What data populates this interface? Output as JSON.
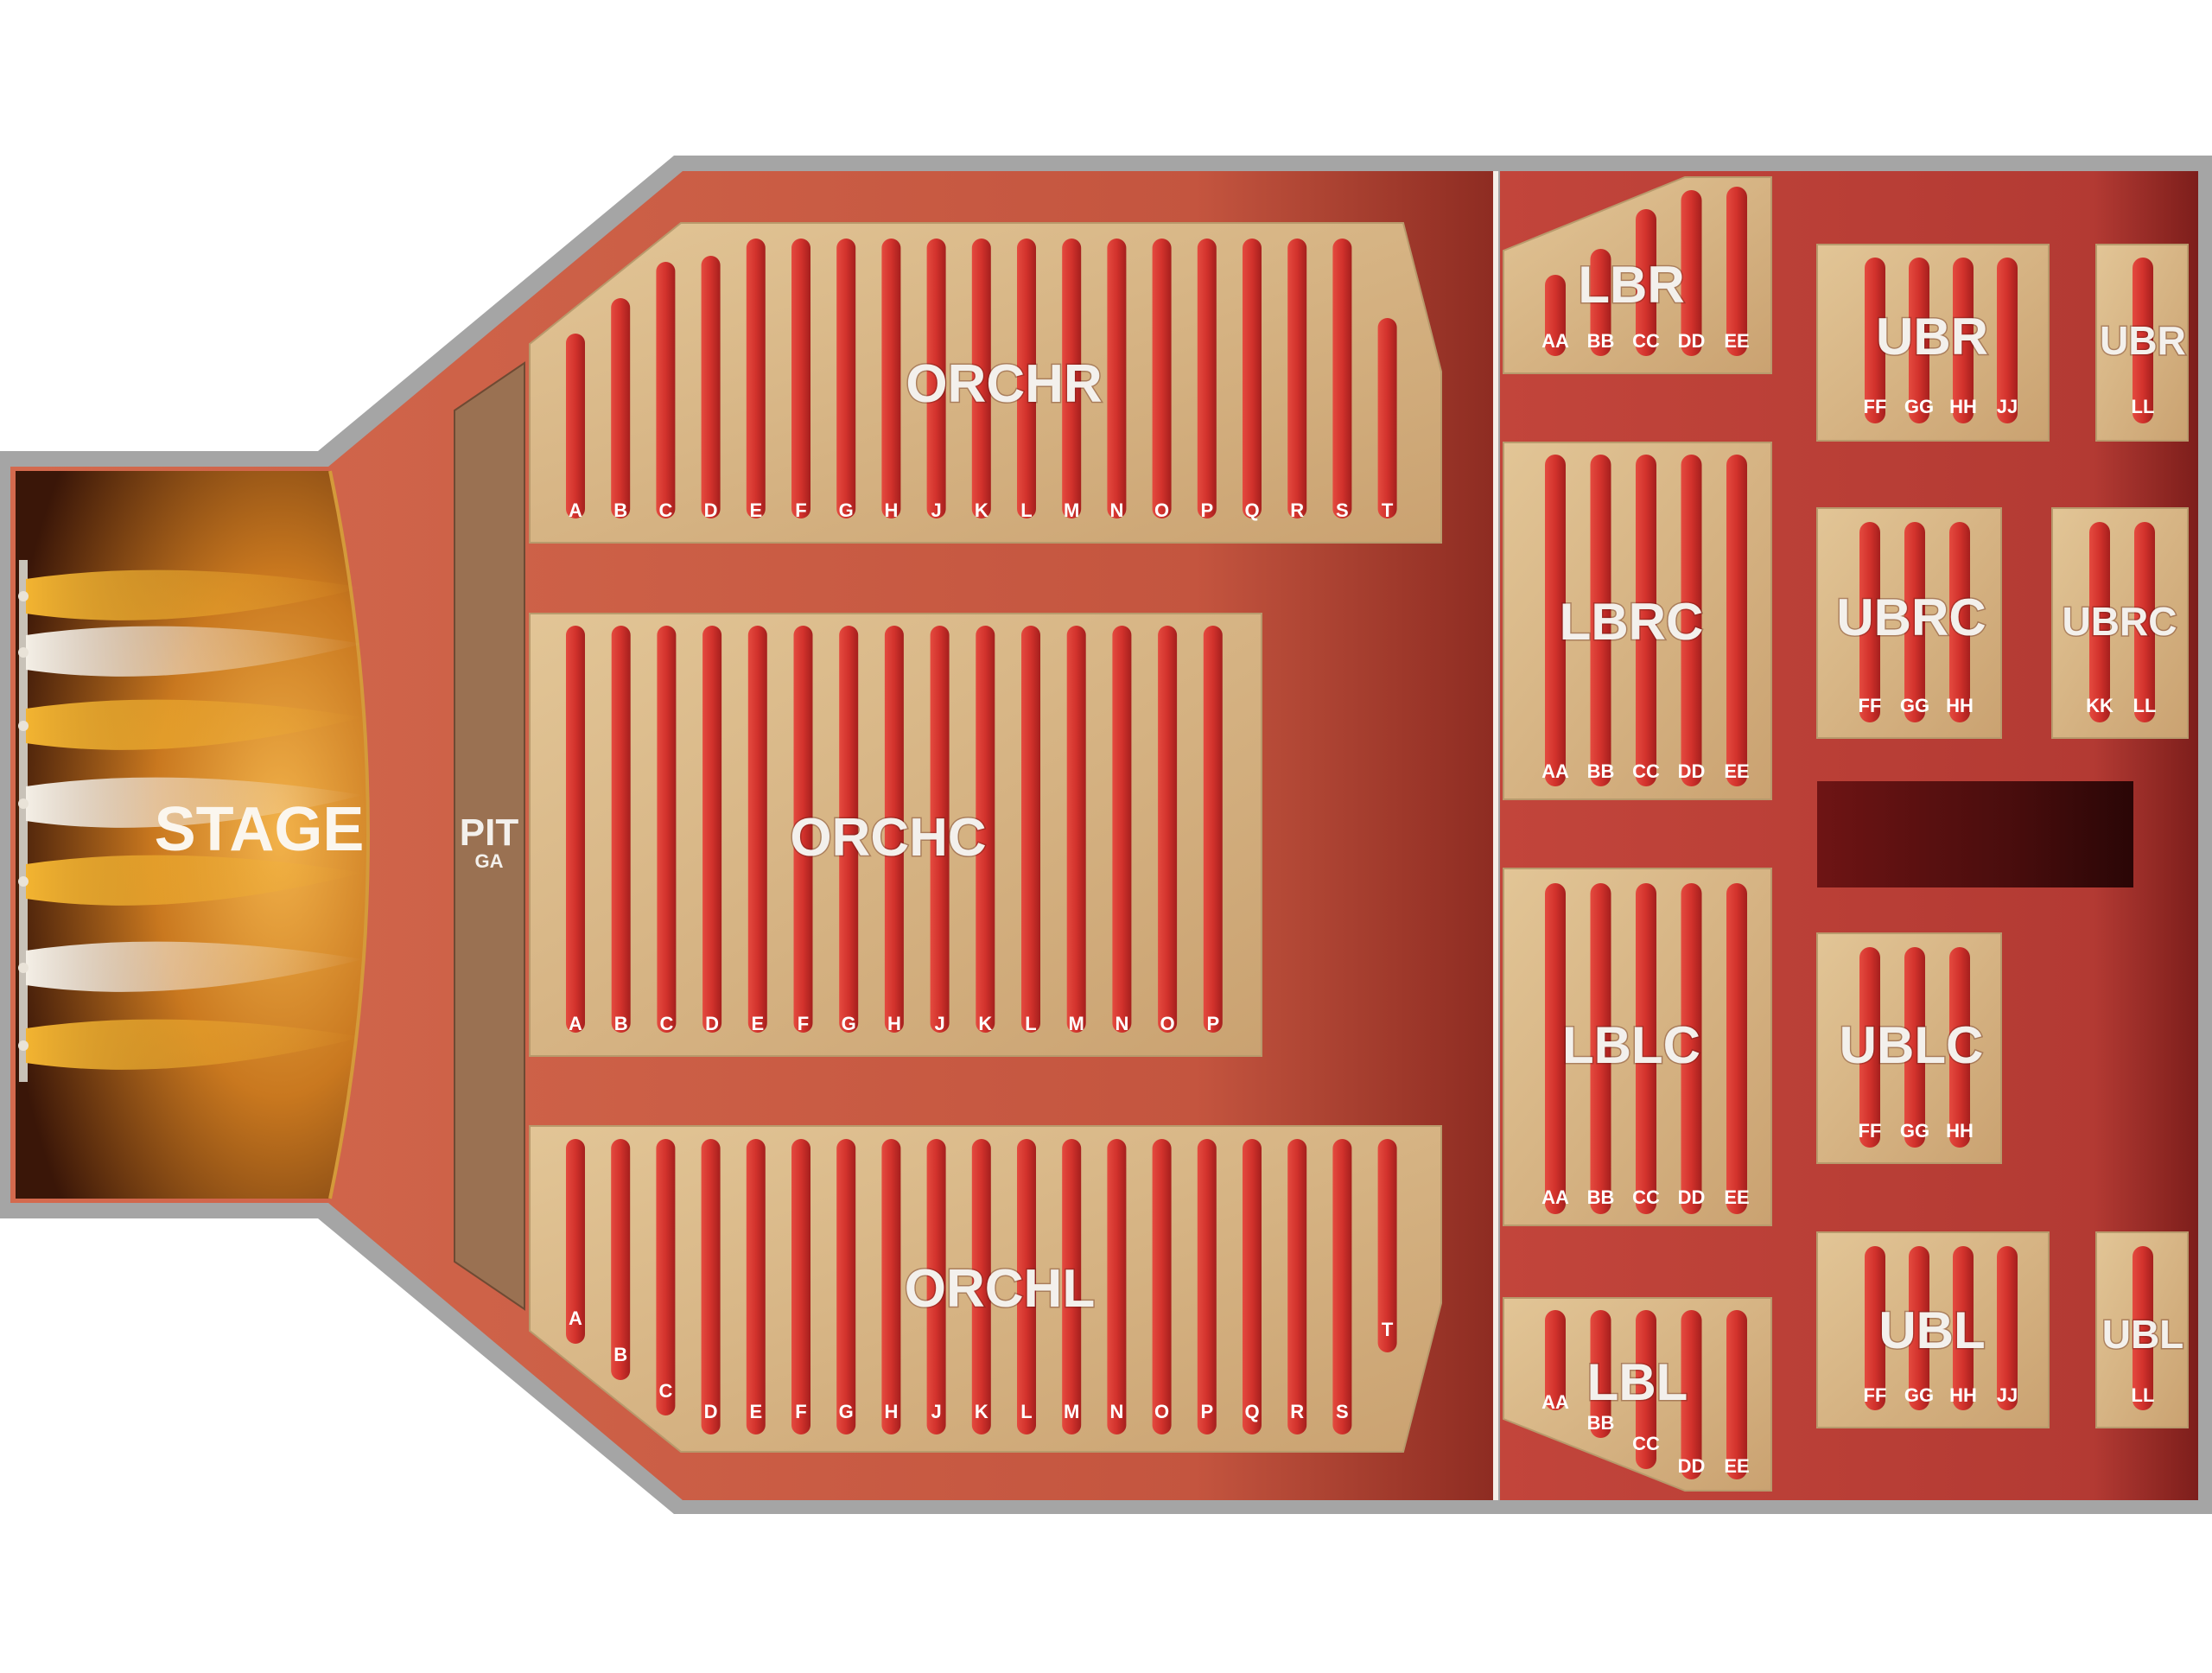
{
  "venue_map": {
    "stage": {
      "label": "STAGE"
    },
    "pit": {
      "label": "PIT",
      "sublabel": "GA"
    },
    "sections": [
      {
        "id": "ORCHR",
        "label": "ORCHR",
        "rows": [
          "A",
          "B",
          "C",
          "D",
          "E",
          "F",
          "G",
          "H",
          "J",
          "K",
          "L",
          "M",
          "N",
          "O",
          "P",
          "Q",
          "R",
          "S",
          "T"
        ]
      },
      {
        "id": "ORCHC",
        "label": "ORCHC",
        "rows": [
          "A",
          "B",
          "C",
          "D",
          "E",
          "F",
          "G",
          "H",
          "J",
          "K",
          "L",
          "M",
          "N",
          "O",
          "P"
        ]
      },
      {
        "id": "ORCHL",
        "label": "ORCHL",
        "rows": [
          "A",
          "B",
          "C",
          "D",
          "E",
          "F",
          "G",
          "H",
          "J",
          "K",
          "L",
          "M",
          "N",
          "O",
          "P",
          "Q",
          "R",
          "S",
          "T"
        ]
      },
      {
        "id": "LBR",
        "label": "LBR",
        "rows": [
          "AA",
          "BB",
          "CC",
          "DD",
          "EE"
        ]
      },
      {
        "id": "LBRC",
        "label": "LBRC",
        "rows": [
          "AA",
          "BB",
          "CC",
          "DD",
          "EE"
        ]
      },
      {
        "id": "LBLC",
        "label": "LBLC",
        "rows": [
          "AA",
          "BB",
          "CC",
          "DD",
          "EE"
        ]
      },
      {
        "id": "LBL",
        "label": "LBL",
        "rows": [
          "AA",
          "BB",
          "CC",
          "DD",
          "EE"
        ]
      },
      {
        "id": "UBR1",
        "label": "UBR",
        "rows": [
          "FF",
          "GG",
          "HH",
          "JJ"
        ]
      },
      {
        "id": "UBR2",
        "label": "UBR",
        "rows": [
          "LL"
        ]
      },
      {
        "id": "UBRC1",
        "label": "UBRC",
        "rows": [
          "FF",
          "GG",
          "HH"
        ]
      },
      {
        "id": "UBRC2",
        "label": "UBRC",
        "rows": [
          "KK",
          "LL"
        ]
      },
      {
        "id": "UBLC",
        "label": "UBLC",
        "rows": [
          "FF",
          "GG",
          "HH"
        ]
      },
      {
        "id": "UBL1",
        "label": "UBL",
        "rows": [
          "FF",
          "GG",
          "HH",
          "JJ"
        ]
      },
      {
        "id": "UBL2",
        "label": "UBL",
        "rows": [
          "LL"
        ]
      }
    ],
    "colors": {
      "outline": "#a9a9a9",
      "floor": "#c55a45",
      "balcony_floor": "#b23a35",
      "wood": "#d9b98a",
      "seat_row": "#d0312d",
      "stage_glow": "#f0a640"
    }
  }
}
